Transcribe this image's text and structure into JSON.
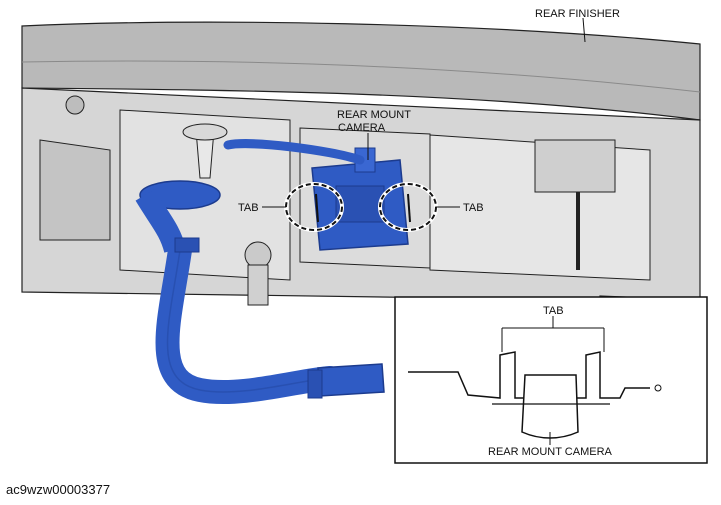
{
  "diagram": {
    "labels": {
      "rear_finisher": "REAR FINISHER",
      "camera_line1": "REAR MOUNT",
      "camera_line2": "CAMERA",
      "tab_left": "TAB",
      "tab_right": "TAB",
      "inset_tab": "TAB",
      "inset_camera": "REAR MOUNT CAMERA"
    },
    "colors": {
      "camera_blue": "#2f5bc4",
      "camera_blue_dark": "#1c3b8e",
      "bracket_gray": "#d3d3d3",
      "finisher_gray": "#b9b9b9",
      "line": "#222222"
    }
  },
  "caption": "ac9wzw00003377"
}
